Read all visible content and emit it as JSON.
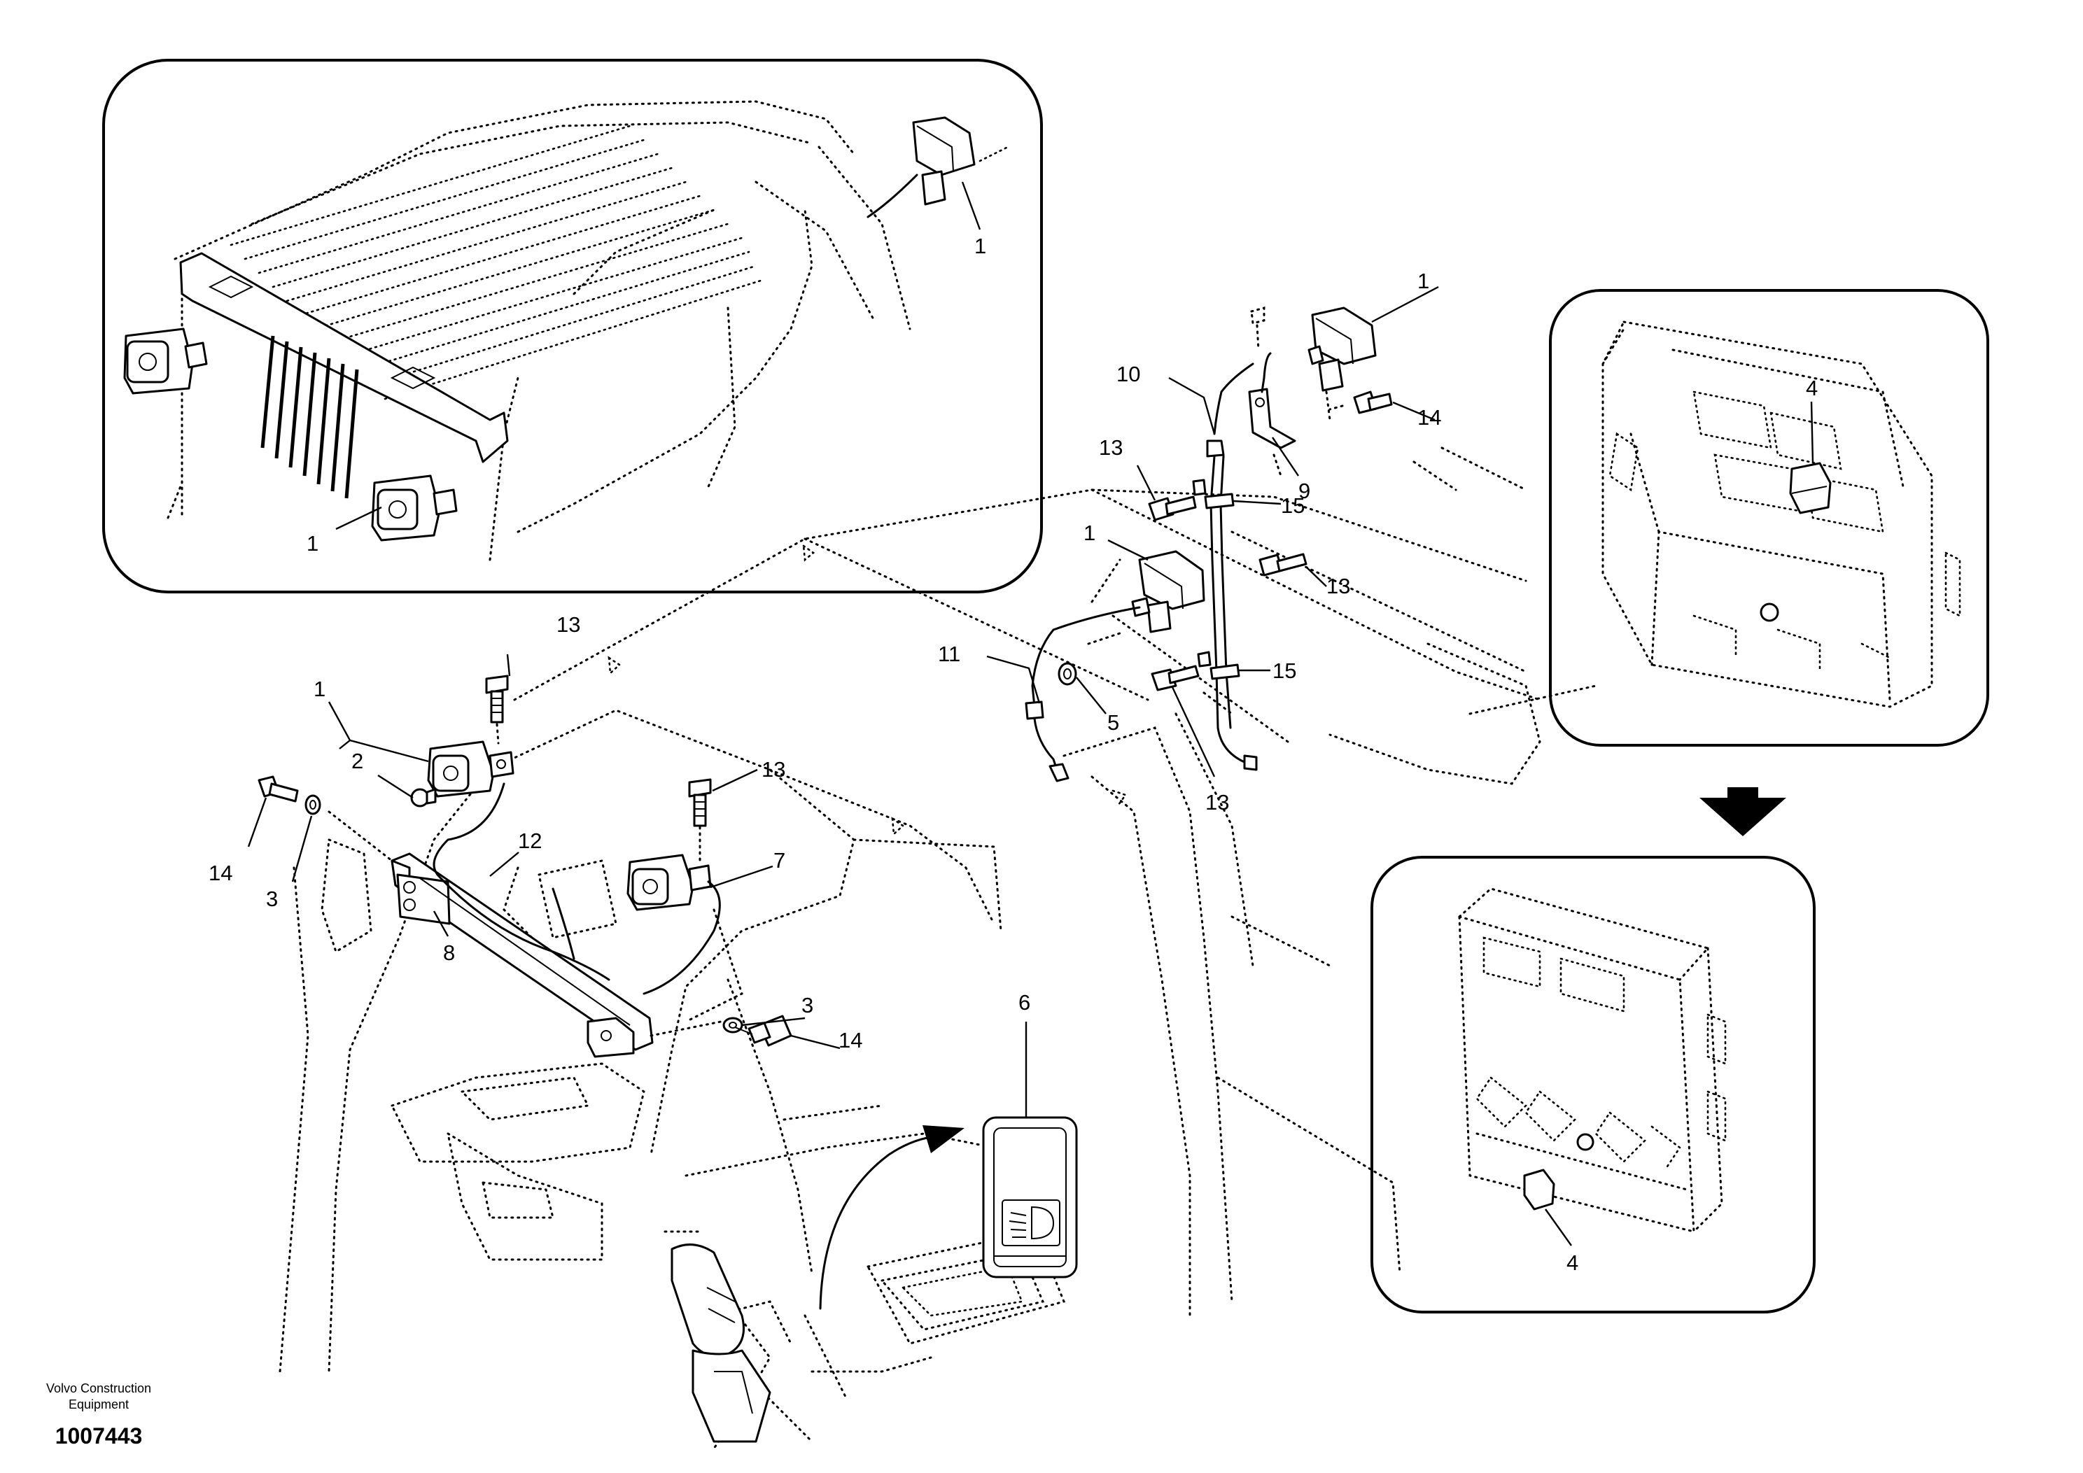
{
  "callouts": [
    {
      "label": "1"
    },
    {
      "label": "1"
    },
    {
      "label": "1"
    },
    {
      "label": "1"
    },
    {
      "label": "1"
    },
    {
      "label": "2"
    },
    {
      "label": "3"
    },
    {
      "label": "3"
    },
    {
      "label": "4"
    },
    {
      "label": "4"
    },
    {
      "label": "5"
    },
    {
      "label": "6"
    },
    {
      "label": "7"
    },
    {
      "label": "8"
    },
    {
      "label": "9"
    },
    {
      "label": "10"
    },
    {
      "label": "11"
    },
    {
      "label": "12"
    },
    {
      "label": "13"
    },
    {
      "label": "13"
    },
    {
      "label": "13"
    },
    {
      "label": "13"
    },
    {
      "label": "13"
    },
    {
      "label": "14"
    },
    {
      "label": "14"
    },
    {
      "label": "14"
    },
    {
      "label": "15"
    },
    {
      "label": "15"
    }
  ],
  "footer": {
    "company_line1": "Volvo Construction",
    "company_line2": "Equipment",
    "document_number": "1007443"
  },
  "icons": [
    "headlight-switch-icon",
    "down-arrow-icon"
  ]
}
